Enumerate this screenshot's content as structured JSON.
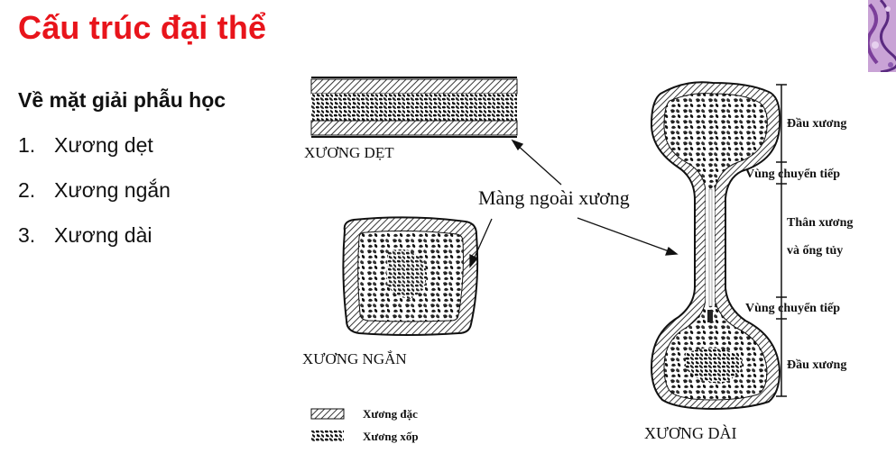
{
  "slide": {
    "title": "Cấu trúc đại thể",
    "subtitle": "Về mặt giải phẫu học",
    "list": [
      {
        "num": "1.",
        "label": "Xương dẹt"
      },
      {
        "num": "2.",
        "label": "Xương ngắn"
      },
      {
        "num": "3.",
        "label": "Xương dài"
      }
    ]
  },
  "figure": {
    "flat_bone_label": "XƯƠNG DẸT",
    "short_bone_label": "XƯƠNG NGẮN",
    "long_bone_label": "XƯƠNG DÀI",
    "periosteum_label": "Màng ngoài xương",
    "long_bone_parts": {
      "epiphysis_top": "Đầu xương",
      "metaphysis_top": "Vùng chuyển tiếp",
      "diaphysis_line1": "Thân xương",
      "diaphysis_line2": "và ống tủy",
      "metaphysis_bottom": "Vùng chuyển tiếp",
      "epiphysis_bottom": "Đầu xương"
    },
    "legend": {
      "compact": "Xương đặc",
      "spongy": "Xương xốp"
    }
  },
  "colors": {
    "title": "#e8141b",
    "text": "#111111"
  }
}
